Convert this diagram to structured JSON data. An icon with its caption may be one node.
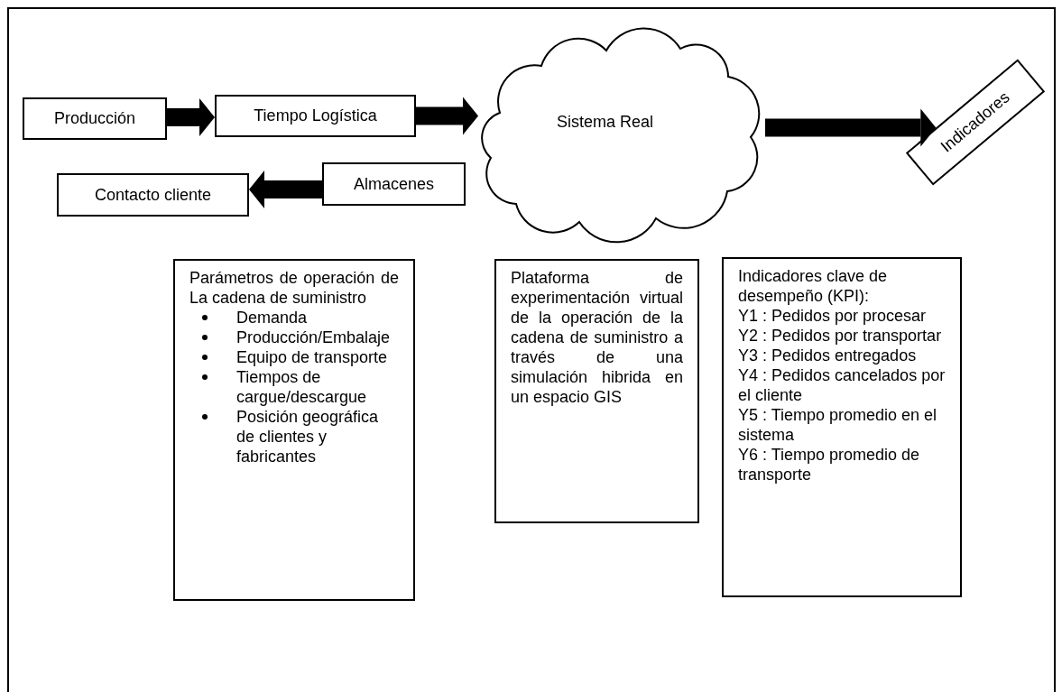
{
  "diagram": {
    "nodes": [
      {
        "text": [
          "Producción"
        ]
      },
      {
        "text": [
          "Tiempo Logística"
        ]
      },
      {
        "text": [
          "Sistema Real"
        ]
      },
      {
        "text": [
          "Indicadores"
        ]
      },
      {
        "text": [
          "Almacenes"
        ]
      },
      {
        "text": [
          "Contacto cliente"
        ]
      },
      {
        "text": [
          "Parámetros de operación de La cadena de suministro",
          "Demanda",
          "Producción/Embalaje",
          "Equipo de transporte",
          "Tiempos de cargue/descargue",
          "Posición geográfica de clientes y fabricantes"
        ]
      },
      {
        "text": [
          "Plataforma de experimentación virtual de la operación de la cadena de suministro a través de una simulación hibrida en un espacio GIS"
        ]
      },
      {
        "text": [
          "Indicadores clave de desempeño (KPI):",
          "Y1 : Pedidos por procesar",
          "Y2 : Pedidos por transportar",
          "Y3 : Pedidos entregados",
          "Y4 : Pedidos cancelados por el cliente",
          "Y5 : Tiempo promedio en el sistema",
          "Y6 : Tiempo promedio de transporte"
        ]
      }
    ],
    "edges": [
      {
        "from": 0,
        "to": 1,
        "arrow": "to"
      },
      {
        "from": 1,
        "to": 2,
        "arrow": "to"
      },
      {
        "from": 2,
        "to": 3,
        "arrow": "to"
      },
      {
        "from": 4,
        "to": 5,
        "arrow": "to"
      }
    ]
  }
}
